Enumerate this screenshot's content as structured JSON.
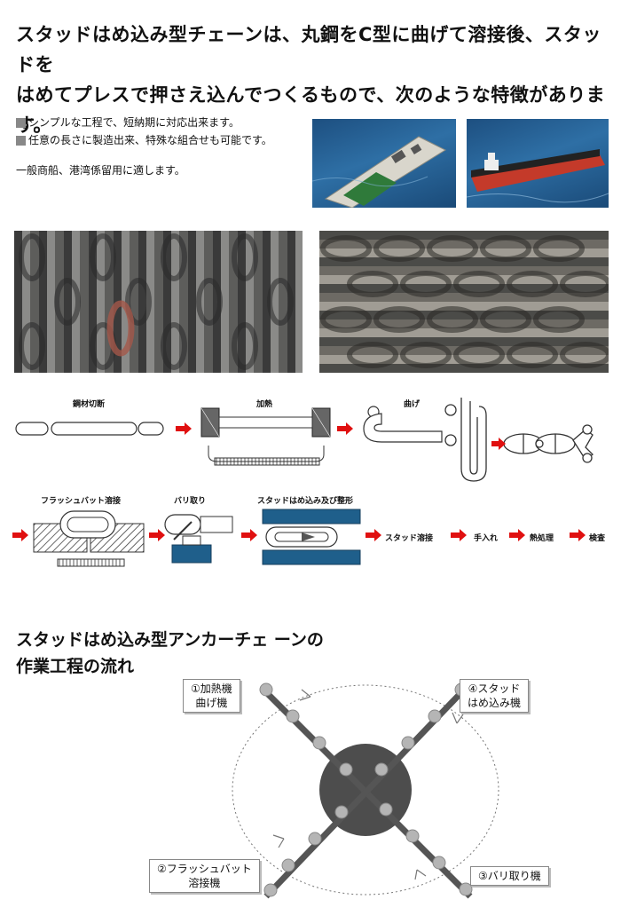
{
  "intro": {
    "line1": "スタッドはめ込み型チェーンは、丸鋼をC型に曲げて溶接後、スタッドを",
    "line2": "はめてプレスで押さえ込んでつくるもので、次のような特徴があります。"
  },
  "features": [
    "シンプルな工程で、短納期に対応出来ます。",
    "任意の長さに製造出来、特殊な組合せも可能です。"
  ],
  "usage": "一般商船、港湾係留用に適します。",
  "process": {
    "step_cut": "鋼材切断",
    "step_heat": "加熱",
    "step_bend": "曲げ",
    "step_flash": "フラッシュバット溶接",
    "step_deburr": "バリ取り",
    "step_stud": "スタッドはめ込み及び整形",
    "step_stud_weld": "スタッド溶接",
    "step_finish": "手入れ",
    "step_heat_treat": "熱処理",
    "step_inspect": "検査"
  },
  "flow": {
    "title_line1": "スタッドはめ込み型アンカーチェ ーンの",
    "title_line2": "作業工程の流れ",
    "machines": {
      "m1": "①加熱機\n曲げ機",
      "m2": "②フラッシュバット\n溶接機",
      "m3": "③バリ取り機",
      "m4": "④スタッド\nはめ込み機"
    }
  },
  "colors": {
    "arrow": "#e01010",
    "die": "#1f5f8b",
    "metal": "#555555"
  }
}
